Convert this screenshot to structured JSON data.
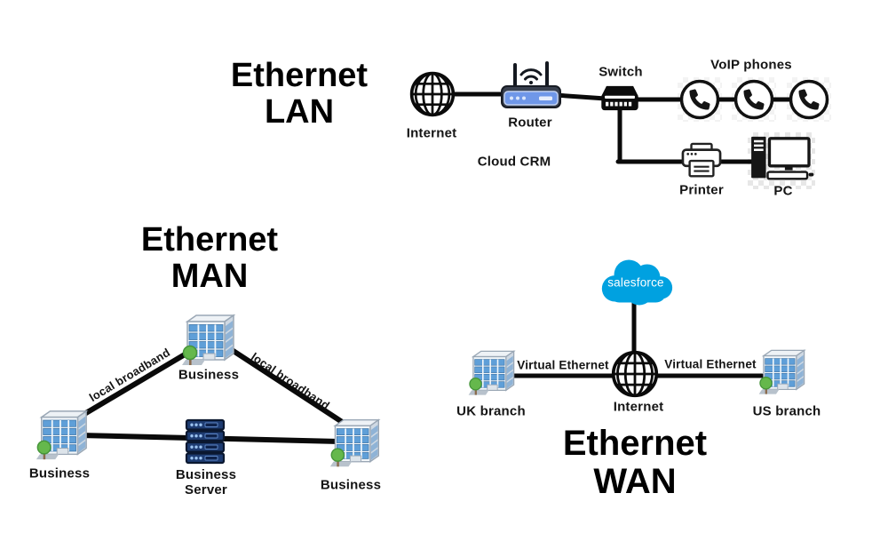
{
  "colors": {
    "line": "#0a0a0a",
    "salesforce_blue": "#00a1e0",
    "building_window_blue": "#5f9fd8",
    "server_navy": "#1e3c72",
    "router_panel_blue": "#6f97e8"
  },
  "lan": {
    "title": [
      "Ethernet",
      "LAN"
    ],
    "internet_label": "Internet",
    "router_label": "Router",
    "switch_label": "Switch",
    "voip_label": "VoIP phones",
    "cloud_crm_label": "Cloud CRM",
    "printer_label": "Printer",
    "pc_label": "PC"
  },
  "man": {
    "title": [
      "Ethernet",
      "MAN"
    ],
    "business_top_label": "Business",
    "business_left_label": "Business",
    "business_right_label": "Business",
    "server_label": [
      "Business",
      "Server"
    ],
    "link_left_label": "local broadband",
    "link_right_label": "local broadband"
  },
  "wan": {
    "title": [
      "Ethernet",
      "WAN"
    ],
    "cloud_label": "salesforce",
    "uk_label": "UK branch",
    "us_label": "US branch",
    "internet_label": "Internet",
    "link_left_label": "Virtual Ethernet",
    "link_right_label": "Virtual Ethernet"
  }
}
